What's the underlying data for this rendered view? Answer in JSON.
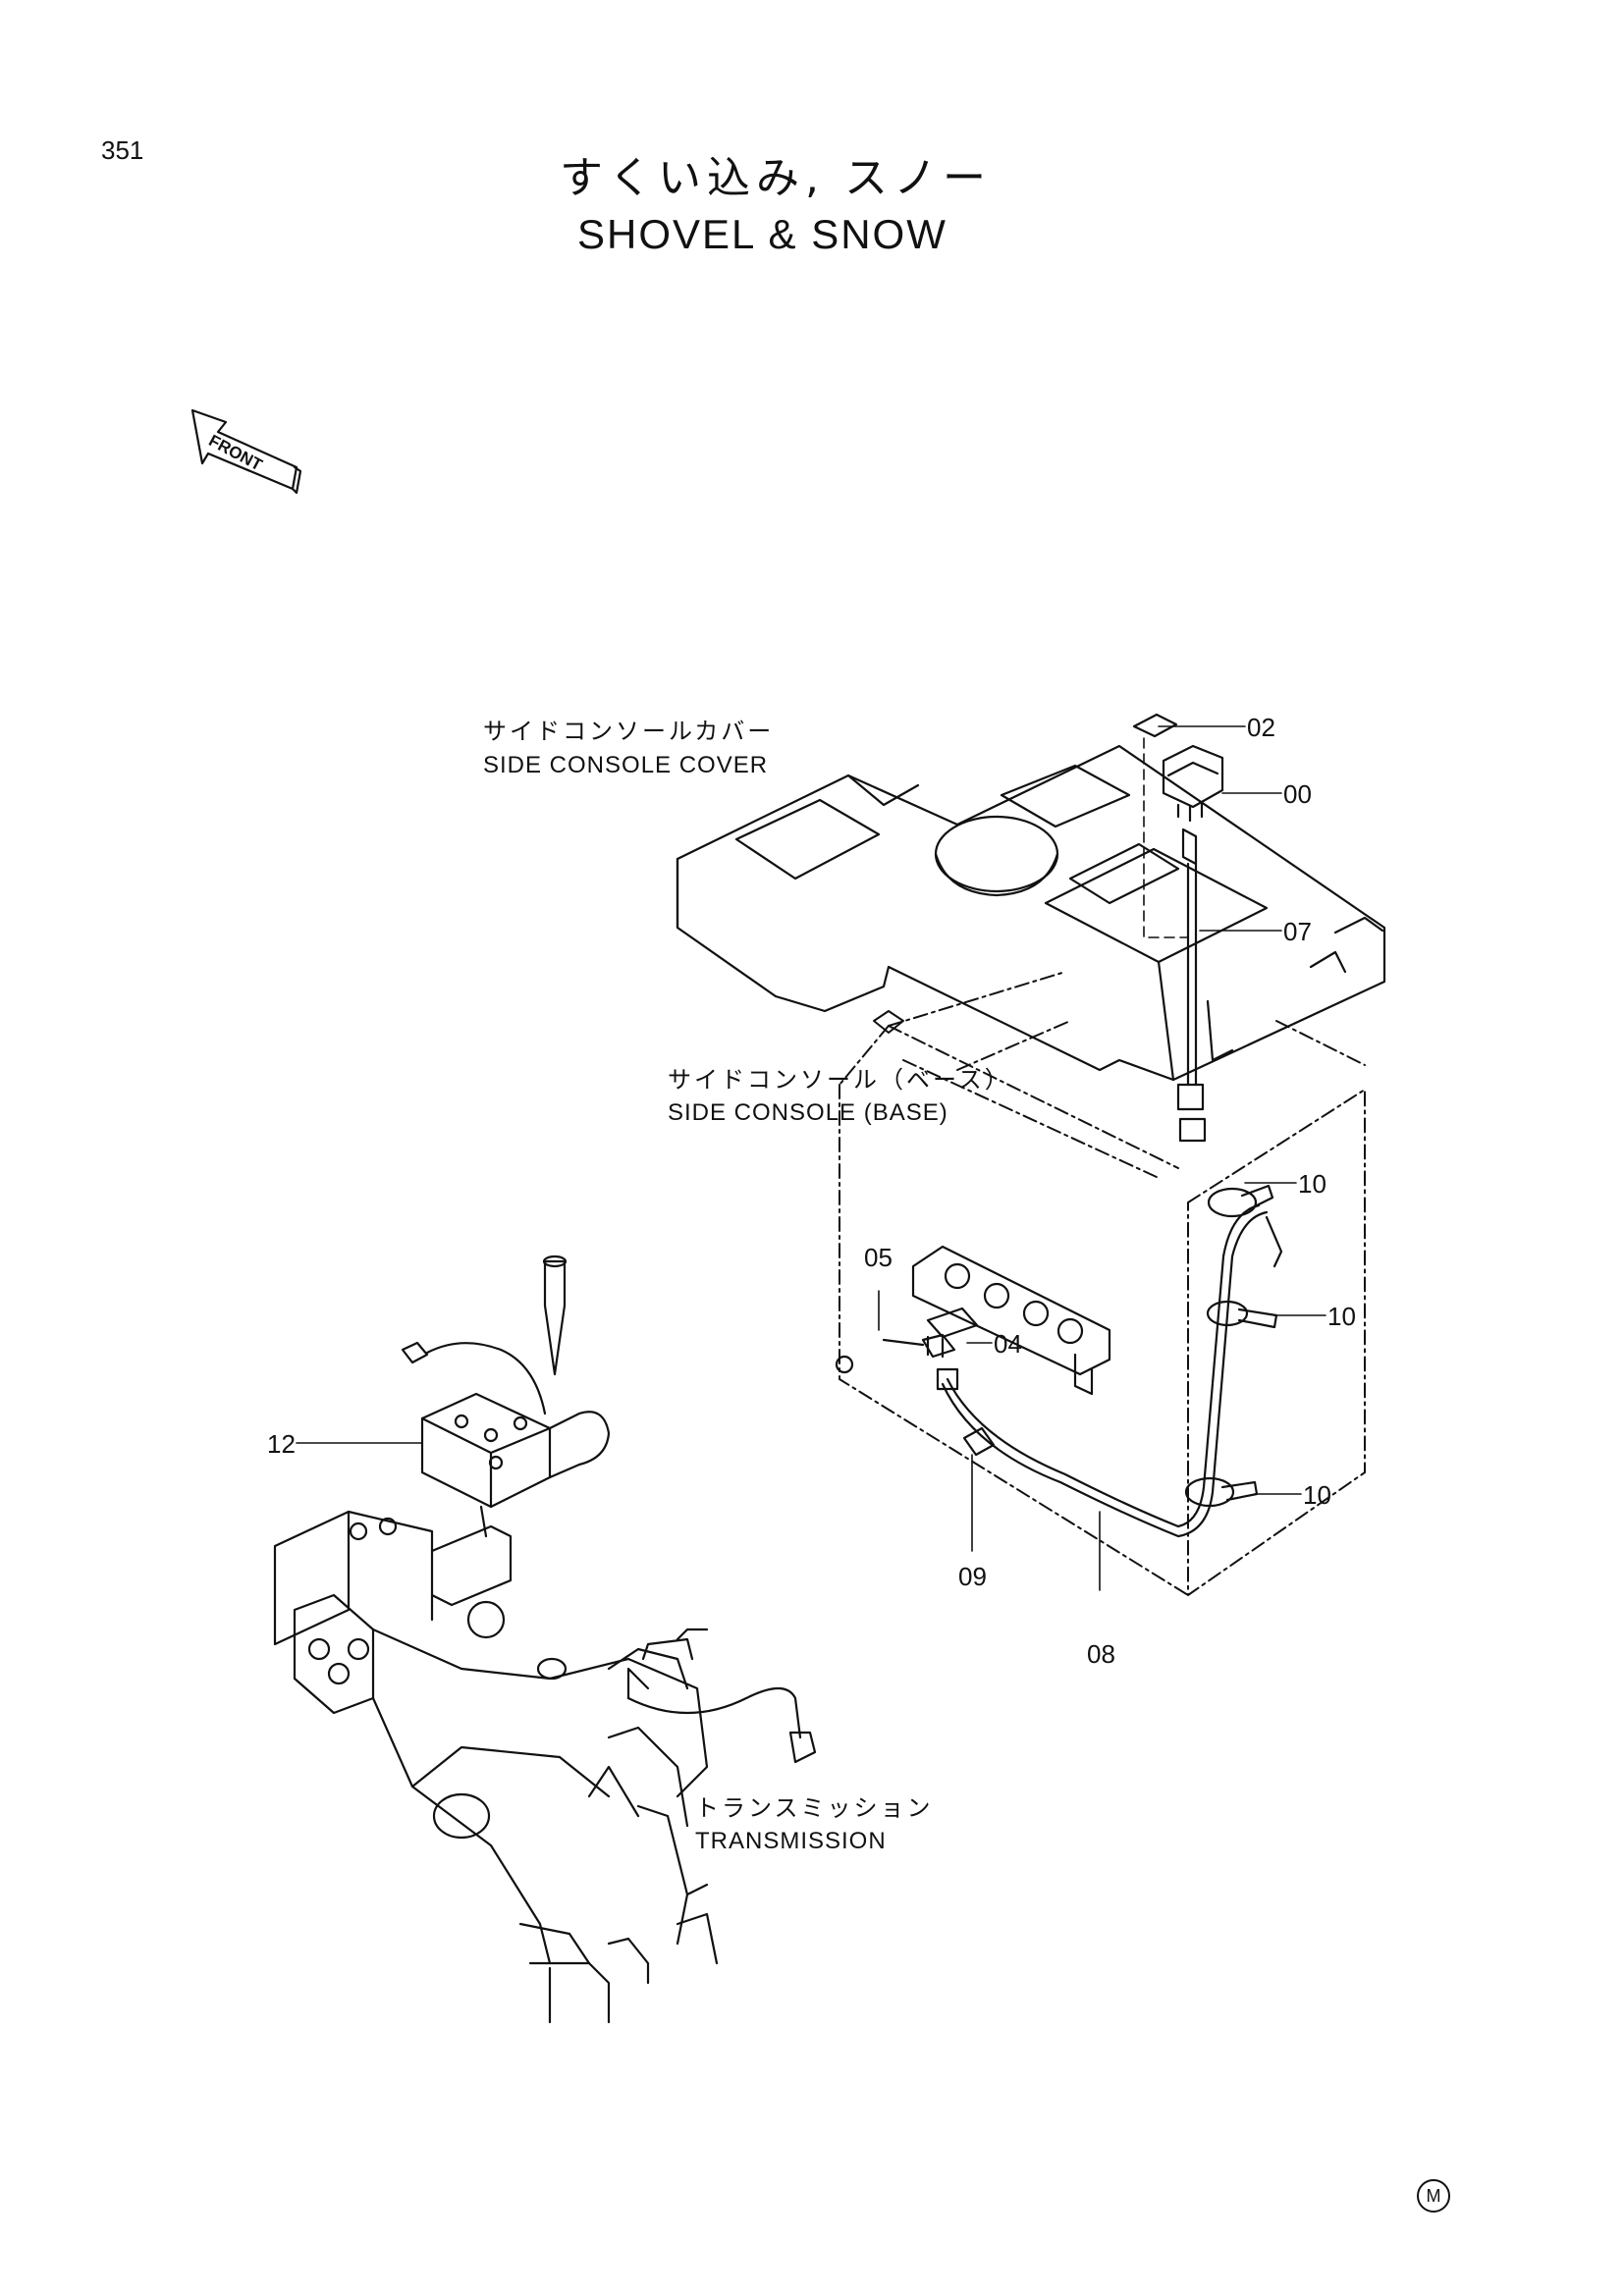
{
  "page_number": "351",
  "title": {
    "ja": "すくい込み, スノー",
    "en": "SHOVEL & SNOW"
  },
  "front_arrow": {
    "label": "FRONT"
  },
  "labels": {
    "side_console_cover": {
      "ja": "サイドコンソールカバー",
      "en": "SIDE CONSOLE COVER"
    },
    "side_console_base": {
      "ja": "サイドコンソール（ベース）",
      "en": "SIDE CONSOLE (BASE)"
    },
    "transmission": {
      "ja": "トランスミッション",
      "en": "TRANSMISSION"
    }
  },
  "part_numbers": {
    "p02": "02",
    "p00": "00",
    "p07": "07",
    "p10a": "10",
    "p10b": "10",
    "p10c": "10",
    "p05": "05",
    "p04": "04",
    "p12": "12",
    "p09": "09",
    "p08": "08"
  },
  "corner_mark": "M"
}
